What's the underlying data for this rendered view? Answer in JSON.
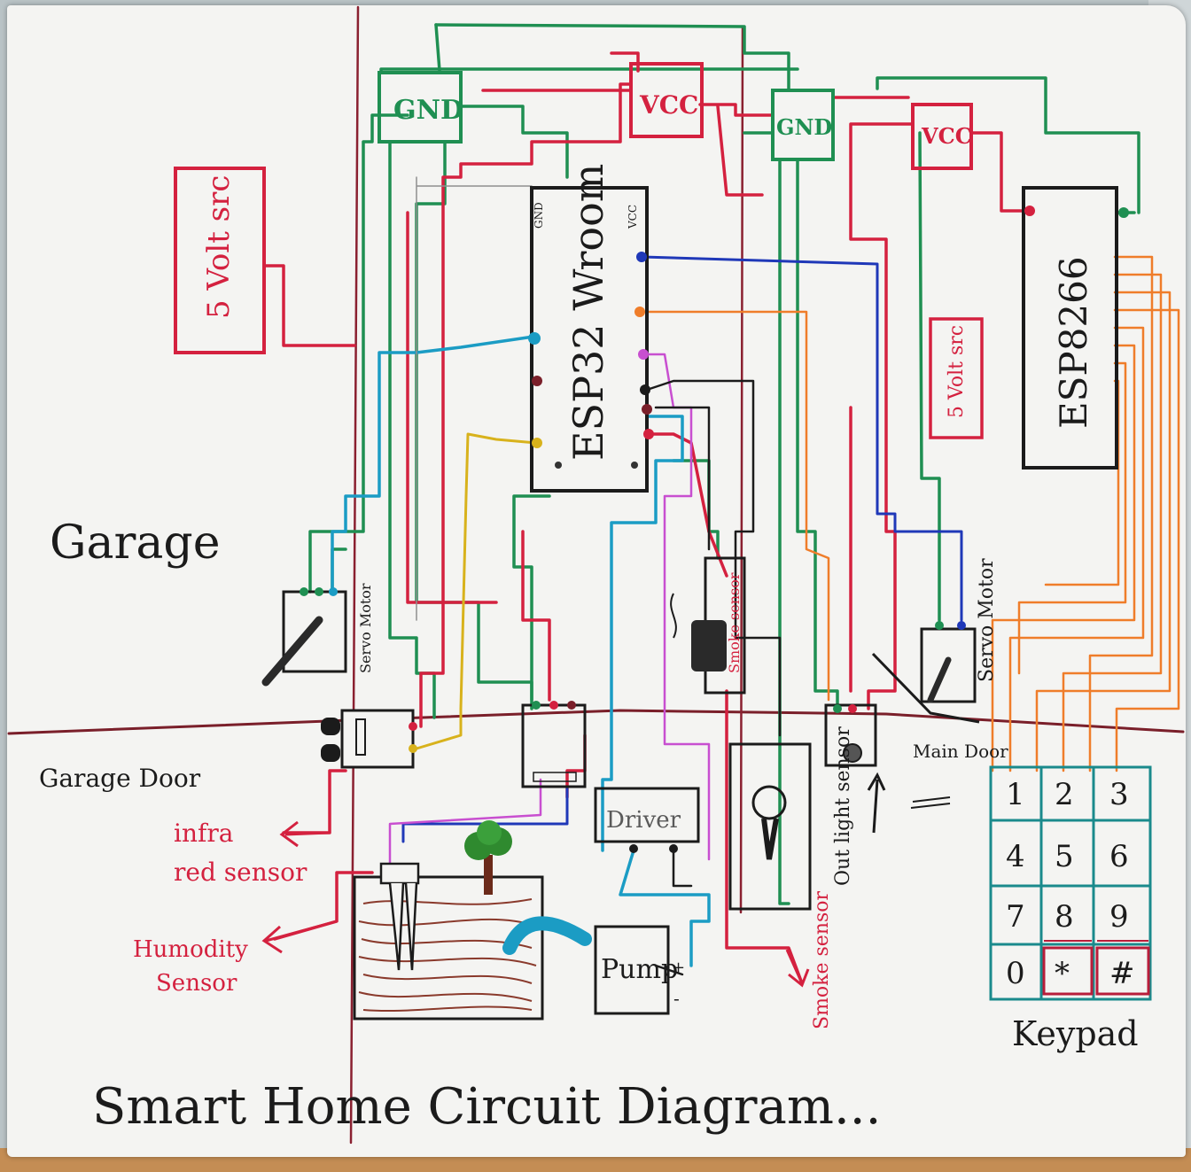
{
  "title": "Smart Home Circuit Diagram...",
  "sections": {
    "garage": "Garage",
    "garage_door": "Garage Door",
    "main_door": "Main Door",
    "keypad": "Keypad"
  },
  "power": {
    "gnd_left": "GND",
    "vcc_left": "VCC",
    "gnd_right": "GND",
    "vcc_right": "VCC",
    "src_left": "5 Volt src",
    "src_right": "5 Volt src"
  },
  "chips": {
    "esp32": "ESP32 Wroom",
    "esp32_pin_gnd": "GND",
    "esp32_pin_vcc": "VCC",
    "esp8266": "ESP8266"
  },
  "components": {
    "servo_left": "Servo Motor",
    "servo_right": "Servo Motor",
    "smoke_module": "Smoke sensor",
    "driver": "Driver",
    "pump": "Pump",
    "pump_plus": "+",
    "pump_minus": "-",
    "light_sensor": "Out light sensor"
  },
  "annotations": {
    "infrared": "infra red sensor",
    "humidity": "Humodity Sensor",
    "smoke": "Smoke sensor"
  },
  "keypad_keys": [
    "1",
    "2",
    "3",
    "4",
    "5",
    "6",
    "7",
    "8",
    "9",
    "0",
    "*",
    "#"
  ],
  "colors": {
    "red": "#d4213f",
    "green": "#1f8f52",
    "blue": "#1f38b8",
    "cyan": "#1b9cc4",
    "orange": "#ef7d2a",
    "magenta": "#c84fd0",
    "yellow": "#d8b21c",
    "maroon": "#7a1f2a",
    "black": "#1b1b1b",
    "brown": "#8a3a2c",
    "teal": "#1a8a8c"
  }
}
